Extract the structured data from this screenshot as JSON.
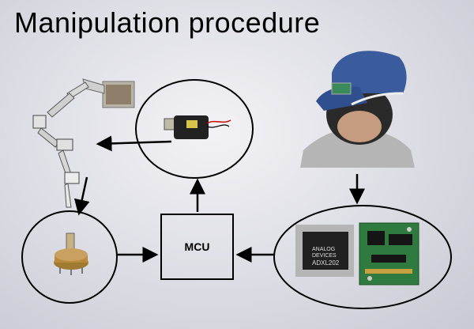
{
  "title": "Manipulation procedure",
  "mcu": {
    "label": "MCU"
  },
  "chip": {
    "line1": "ANALOG",
    "line2": "DEVICES",
    "part": "ADXL202"
  },
  "icons": [
    "robot-arm-photo",
    "motor-photo",
    "head-with-cap-photo",
    "potentiometer-photo",
    "accelerometer-chip-photo",
    "circuit-board-photo"
  ]
}
